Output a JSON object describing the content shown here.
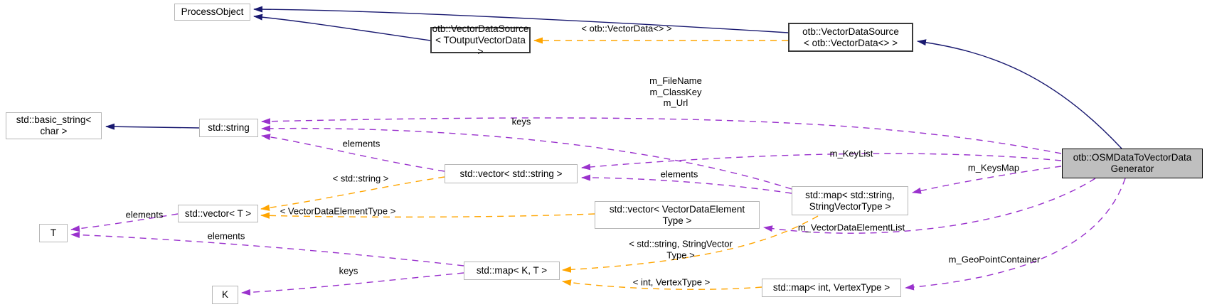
{
  "diagram": {
    "kind": "doxygen-collaboration-graph",
    "colors": {
      "inheritance_edge": "#191970",
      "template_edge": "#ffa500",
      "usage_edge": "#9a32cd",
      "current_node_fill": "#bfbfbf",
      "undocumented_border": "#b6b6b6",
      "documented_border": "#3a3a3a"
    },
    "nodes": {
      "process_object": {
        "label": "ProcessObject"
      },
      "vds_template": {
        "label": "otb::VectorDataSource\n< TOutputVectorData >"
      },
      "vds_instance": {
        "label": "otb::VectorDataSource\n< otb::VectorData<> >"
      },
      "generator": {
        "label": "otb::OSMDataToVectorData\nGenerator"
      },
      "basic_string": {
        "label": "std::basic_string<\nchar >"
      },
      "std_string": {
        "label": "std::string"
      },
      "vector_string": {
        "label": "std::vector< std::string >"
      },
      "vector_t": {
        "label": "std::vector< T >"
      },
      "t": {
        "label": "T"
      },
      "vector_vde": {
        "label": "std::vector< VectorDataElement\nType >"
      },
      "map_string_vec": {
        "label": "std::map< std::string,\nStringVectorType >"
      },
      "map_kt": {
        "label": "std::map< K, T >"
      },
      "k": {
        "label": "K"
      },
      "map_int_vertex": {
        "label": "std::map< int, VertexType >"
      }
    },
    "edge_labels": {
      "tpl_vectordata": "< otb::VectorData<> >",
      "members_string": "m_FileName\nm_ClassKey\nm_Url",
      "keys_string": "keys",
      "elements_string": "elements",
      "m_keylist": "m_KeyList",
      "m_keysmap": "m_KeysMap",
      "tpl_string": "< std::string >",
      "elements_vector_string": "elements",
      "tpl_vde": "< VectorDataElementType >",
      "elements_t": "elements",
      "m_vde_list": "m_VectorDataElementList",
      "tpl_map_string": "< std::string, StringVector\nType >",
      "elements_map_t": "elements",
      "keys_k": "keys",
      "tpl_int_vertex": "< int, VertexType >",
      "m_geopoint": "m_GeoPointContainer"
    }
  }
}
